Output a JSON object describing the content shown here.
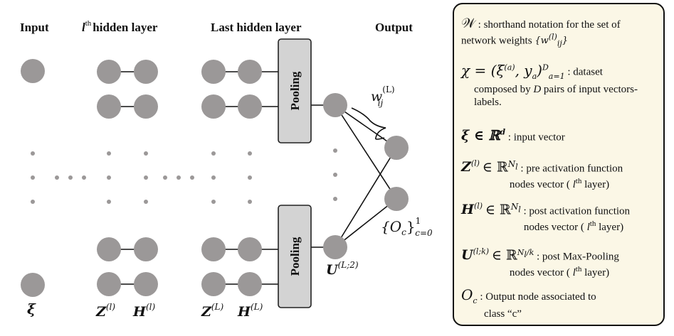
{
  "headers": {
    "input": "Input",
    "hidden_sup": "th",
    "hidden": "hidden layer",
    "last_hidden": "Last hidden layer",
    "output": "Output"
  },
  "pooling_label": "Pooling",
  "node_labels": {
    "xi": "ξ",
    "z": "Z",
    "z_sup": "(l)",
    "h": "H",
    "h_sup": "(l)",
    "zL": "Z",
    "zL_sup": "(L)",
    "hL": "H",
    "hL_sup": "(L)",
    "u": "U",
    "u_sup": "(L;2)",
    "weight": "w",
    "weight_sup": "(L)",
    "weight_sub": "ij",
    "output_set": "{O",
    "output_set_sub": "c",
    "output_set_close": "}",
    "output_set_sup": "1",
    "output_set_range": "c=0"
  },
  "legend": {
    "w_symbol": "𝒲",
    "w_text": ": shorthand notation for the set of network weights",
    "w_set": "{w",
    "w_set_sup": "(l)",
    "w_set_sub": "ij",
    "w_set_close": "}",
    "chi_symbol": "χ = (ξ",
    "chi_sup_a": "(a)",
    "chi_mid": ", y",
    "chi_sub_a": "a",
    "chi_close": ")",
    "chi_sup_D": "D",
    "chi_sub_range": "a=1",
    "chi_text1": ": dataset",
    "chi_text2": "composed by",
    "chi_D": "D",
    "chi_text3": "pairs of input vectors-labels.",
    "xi_symbol": "ξ ∈ ℝ",
    "xi_sup": "d",
    "xi_text": ": input vector",
    "z_symbol": "Z",
    "z_sup": "(l)",
    "z_in": "∈ ℝ",
    "z_dim": "N",
    "z_dim_sub": "l",
    "z_text1": ": pre activation function",
    "z_text2": "nodes vector (",
    "z_l": "l",
    "z_th": "th",
    "z_layer": "layer)",
    "h_symbol": "H",
    "h_sup": "(l)",
    "h_in": "∈ ℝ",
    "h_dim": "N",
    "h_dim_sub": "l",
    "h_text1": ": post activation function",
    "h_text2": "nodes vector (",
    "h_l": "l",
    "h_th": "th",
    "h_layer": "layer)",
    "u_symbol": "U",
    "u_sup": "(l;k)",
    "u_in": "∈ ℝ",
    "u_dim_num": "N",
    "u_dim_num_sub": "l",
    "u_dim_den": "k",
    "u_text1": ": post Max-Pooling",
    "u_text2": "nodes vector (",
    "u_l": "l",
    "u_th": "th",
    "u_layer": "layer)",
    "o_symbol": "O",
    "o_sub": "c",
    "o_text1": ": Output node associated to",
    "o_text2": "class “c”"
  }
}
